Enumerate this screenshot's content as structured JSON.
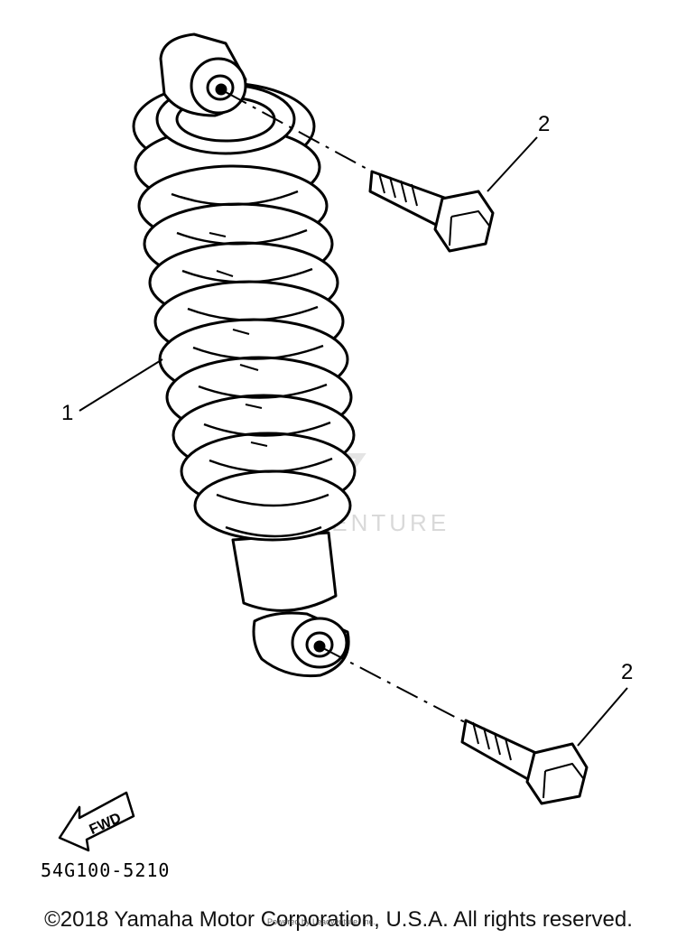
{
  "callouts": {
    "shock_absorber": "1",
    "upper_bolt": "2",
    "lower_bolt": "2"
  },
  "fwd_label": "FWD",
  "part_code": "54G100-5210",
  "watermark": "LEADVENTURE",
  "copyright": "©2018 Yamaha Motor Corporation, U.S.A. All rights reserved.",
  "credit": "Powered by Leadventure, Inc."
}
